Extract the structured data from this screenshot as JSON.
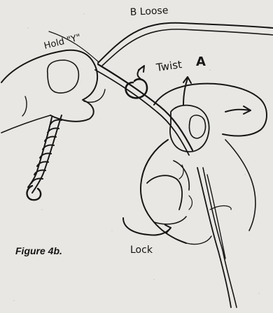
{
  "labels": {
    "b_loose": "B Loose",
    "hold_y": "Hold \"Y\"",
    "twist_a_word": "Twist",
    "twist_a_letter": "A",
    "lock": "Lock"
  },
  "caption": "Figure 4b.",
  "colors": {
    "paper": "#e9e7e3",
    "ink": "#161616"
  }
}
